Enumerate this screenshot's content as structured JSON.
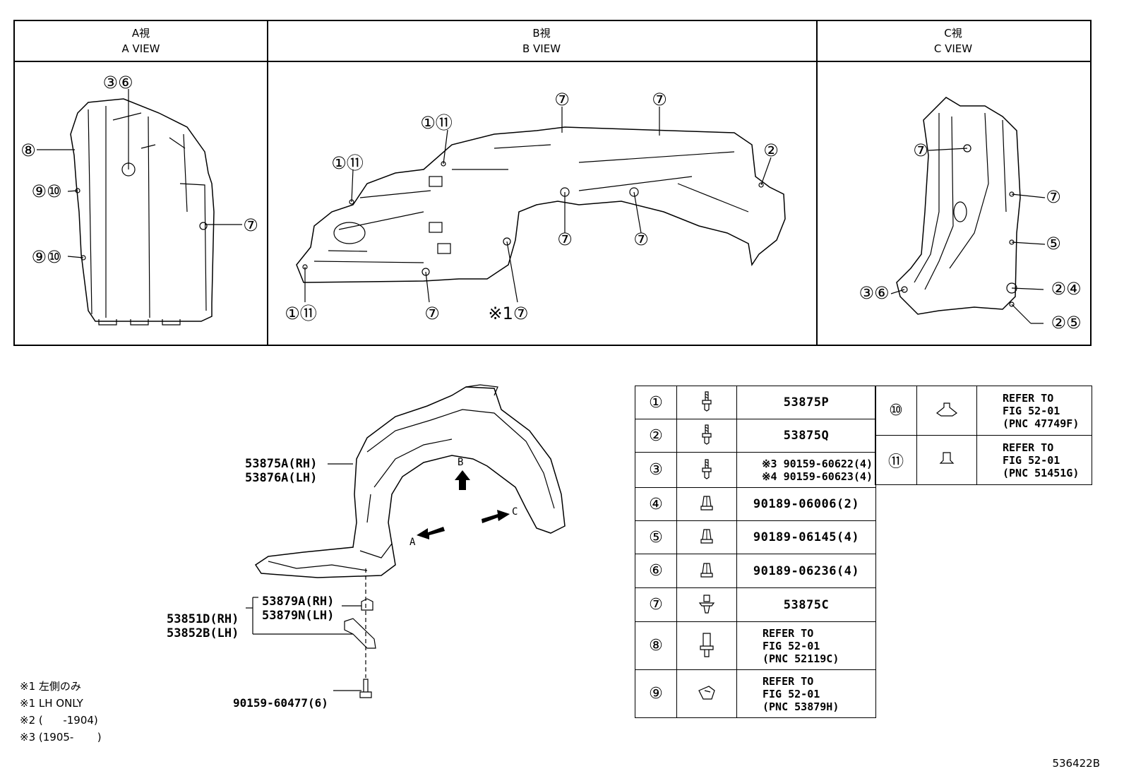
{
  "views": [
    {
      "title_jp": "A視",
      "title_en": "A VIEW"
    },
    {
      "title_jp": "B視",
      "title_en": "B VIEW"
    },
    {
      "title_jp": "C視",
      "title_en": "C VIEW"
    }
  ],
  "callouts": {
    "a": [
      "③⑥",
      "⑧",
      "⑨⑩",
      "⑦",
      "⑨⑩"
    ],
    "b": [
      "①⑪",
      "①⑪",
      "⑦",
      "⑦",
      "②",
      "⑦",
      "⑦",
      "①⑪",
      "⑦",
      "※1⑦"
    ],
    "c": [
      "⑦",
      "⑦",
      "⑤",
      "③⑥",
      "②④",
      "②⑤"
    ]
  },
  "main_labels": {
    "liner_rh": "53875A(RH)",
    "liner_lh": "53876A(LH)",
    "seal_rh": "53879A(RH)",
    "seal_lh": "53879N(LH)",
    "bracket_rh": "53851D(RH)",
    "bracket_lh": "53852B(LH)",
    "screw": "90159-60477(6)",
    "arrow_a": "A",
    "arrow_b": "B",
    "arrow_c": "C"
  },
  "parts_left": [
    {
      "num": "①",
      "icon": "screw-clip-icon",
      "lines": [
        "53875P"
      ]
    },
    {
      "num": "②",
      "icon": "screw-clip-icon",
      "lines": [
        "53875Q"
      ]
    },
    {
      "num": "③",
      "icon": "screw-clip-icon",
      "lines": [
        "※3 90159-60622(4)",
        "※4 90159-60623(4)"
      ]
    },
    {
      "num": "④",
      "icon": "nut-clip-icon",
      "lines": [
        "90189-06006(2)"
      ]
    },
    {
      "num": "⑤",
      "icon": "nut-clip-icon",
      "lines": [
        "90189-06145(4)"
      ]
    },
    {
      "num": "⑥",
      "icon": "nut-clip-icon",
      "lines": [
        "90189-06236(4)"
      ]
    },
    {
      "num": "⑦",
      "icon": "push-clip-icon",
      "lines": [
        "53875C"
      ]
    },
    {
      "num": "⑧",
      "icon": "rivet-clip-icon",
      "lines": [
        "REFER TO",
        "FIG 52-01",
        "(PNC 52119C)"
      ]
    },
    {
      "num": "⑨",
      "icon": "bracket-clip-icon",
      "lines": [
        "REFER TO",
        "FIG 52-01",
        "(PNC 53879H)"
      ]
    }
  ],
  "parts_right": [
    {
      "num": "⑩",
      "icon": "retainer-clip-icon",
      "lines": [
        "REFER TO",
        "FIG 52-01",
        "(PNC 47749F)"
      ]
    },
    {
      "num": "⑪",
      "icon": "square-clip-icon",
      "lines": [
        "REFER TO",
        "FIG 52-01",
        "(PNC 51451G)"
      ]
    }
  ],
  "notes": [
    "※1 左側のみ",
    "※1 LH ONLY",
    "※2 (      -1904)",
    "※3 (1905-       )"
  ],
  "diagram_id": "536422B"
}
